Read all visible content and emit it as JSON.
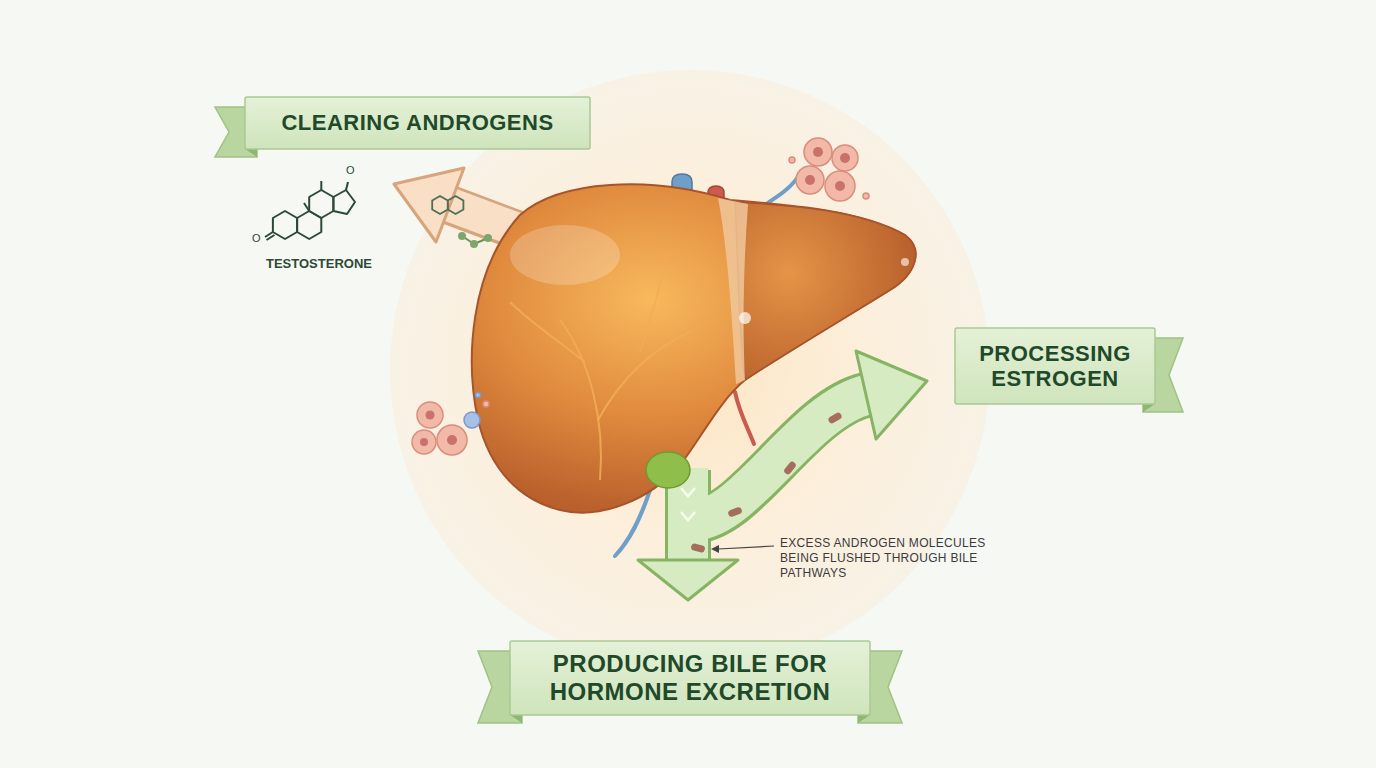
{
  "diagram": {
    "nodes": [
      {
        "text": [
          "CLEARING ANDROGENS"
        ]
      },
      {
        "text": [
          "PROCESSING ESTROGEN"
        ]
      },
      {
        "text": [
          "PRODUCING BILE FOR HORMONE EXCRETION"
        ]
      }
    ],
    "labels": [
      "O",
      "O",
      "TESTOSTERONE",
      "EXCESS ANDROGEN MOLECULES BEING FLUSHED THROUGH BILE PATHWAYS"
    ]
  }
}
